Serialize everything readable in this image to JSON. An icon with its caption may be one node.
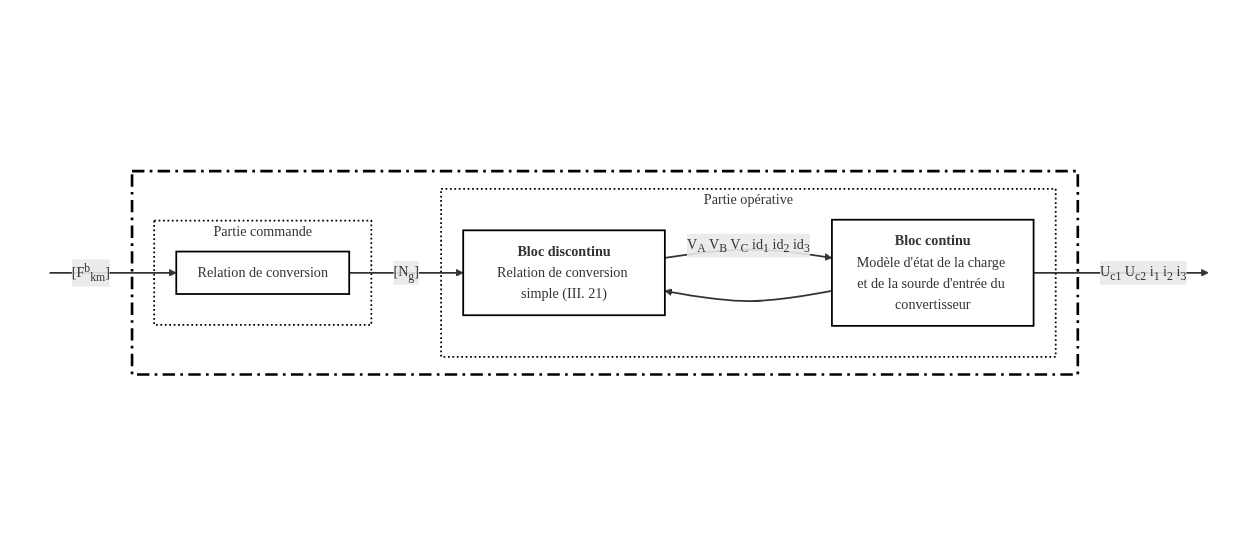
{
  "diagram": {
    "nodes": [
      {
        "text": [],
        "shape": "box"
      },
      {
        "text": [
          "Partie commande"
        ],
        "in": 0
      },
      {
        "text": [
          "Relation de conversion"
        ],
        "in": 1
      },
      {
        "text": [
          "Partie opérative"
        ],
        "in": 0
      },
      {
        "text": [
          "Bloc discontinu",
          "Relation de conversion simple (III. 21)"
        ],
        "in": 3
      },
      {
        "text": [
          "Bloc continu",
          "Modèle d'état de la charge et de la sourde d'entrée du convertisseur"
        ],
        "in": 3
      }
    ],
    "edges": [
      {
        "from": null,
        "to": 2,
        "arrow": "to",
        "label": "[F$^{b}$$_{km}$]"
      },
      {
        "from": 2,
        "to": 4,
        "arrow": "to",
        "label": "[N$_{g}$]"
      },
      {
        "from": 4,
        "to": 5,
        "arrow": "to",
        "label": "V$_{A}$ V$_{B}$ V$_{C}$ id$_{1}$ id$_{2}$ id$_{3}$"
      },
      {
        "from": 5,
        "to": null,
        "arrow": "to",
        "label": "U$_{c1}$ U$_{c2}$ i$_{1}$ i$_{2}$ i$_{3}$"
      },
      {
        "from": 5,
        "to": 4,
        "arrow": "to"
      }
    ]
  }
}
